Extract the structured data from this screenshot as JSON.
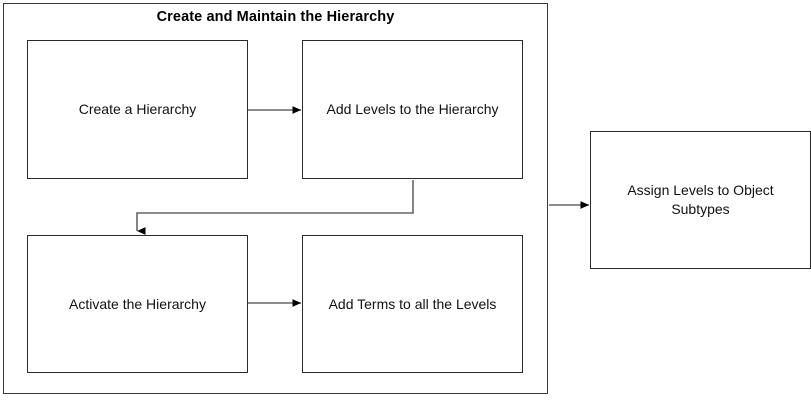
{
  "diagram": {
    "type": "flowchart",
    "title": "Create and Maintain the Hierarchy",
    "group": {
      "label": "Create and Maintain the Hierarchy",
      "border_color": "#3a3a3a"
    },
    "colors": {
      "node_border": "#2b2b2b",
      "node_fill": "#ffffff",
      "connector": "#666666",
      "arrowhead": "#000000",
      "text": "#111111",
      "background": "#ffffff"
    },
    "nodes": [
      {
        "id": "create-hierarchy",
        "label": "Create a Hierarchy",
        "group": "Create and Maintain the Hierarchy"
      },
      {
        "id": "add-levels",
        "label": "Add Levels to the Hierarchy",
        "group": "Create and Maintain the Hierarchy"
      },
      {
        "id": "activate-hierarchy",
        "label": "Activate the Hierarchy",
        "group": "Create and Maintain the Hierarchy"
      },
      {
        "id": "add-terms",
        "label": "Add Terms to all the Levels",
        "group": "Create and Maintain the Hierarchy"
      },
      {
        "id": "assign-levels",
        "label": "Assign Levels to Object Subtypes",
        "group": null
      }
    ],
    "edges": [
      {
        "from": "create-hierarchy",
        "to": "add-levels",
        "style": "straight",
        "direction": "right"
      },
      {
        "from": "add-levels",
        "to": "activate-hierarchy",
        "style": "elbow",
        "direction": "down-left"
      },
      {
        "from": "activate-hierarchy",
        "to": "add-terms",
        "style": "straight",
        "direction": "right"
      },
      {
        "from": "add-terms",
        "to": "assign-levels",
        "style": "straight",
        "direction": "right"
      }
    ]
  }
}
